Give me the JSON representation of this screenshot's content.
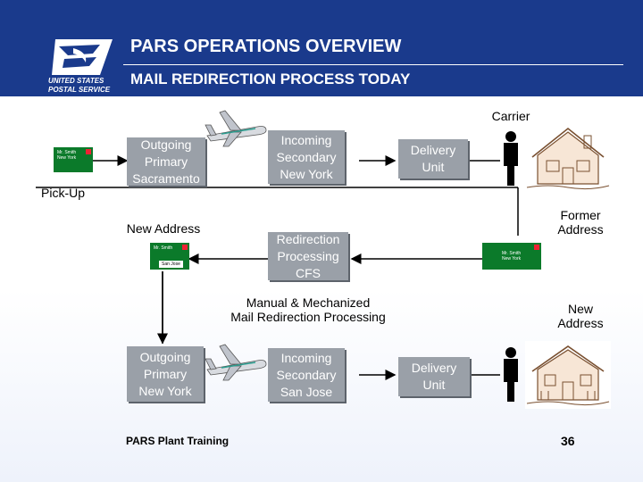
{
  "header": {
    "title": "PARS OPERATIONS OVERVIEW",
    "subtitle": "MAIL REDIRECTION PROCESS TODAY",
    "logo_text_line1": "UNITED STATES",
    "logo_text_line2": "POSTAL SERVICE"
  },
  "labels": {
    "carrier": "Carrier",
    "pickup": "Pick-Up",
    "new_address_left": "New  Address",
    "former_address": "Former\nAddress",
    "manual_mechanized": "Manual & Mechanized\nMail Redirection Processing",
    "new_address_right": "New\nAddress"
  },
  "boxes": {
    "outgoing_top": "Outgoing\nPrimary\nSacramento",
    "incoming_top": "Incoming\nSecondary\nNew York",
    "delivery_top": "Delivery\nUnit",
    "redirection": "Redirection\nProcessing\nCFS",
    "outgoing_bottom": "Outgoing\nPrimary\nNew York",
    "incoming_bottom": "Incoming\nSecondary\nSan Jose",
    "delivery_bottom": "Delivery\nUnit"
  },
  "envelopes": {
    "env1_name": "Mr. Smith",
    "env1_city": "New York",
    "env2_name": "Mr. Smith",
    "env2_sticker": "San Jose",
    "env3_name": "Mr. Smith",
    "env3_city": "New York"
  },
  "footer": {
    "left": "PARS Plant Training",
    "page": "36"
  },
  "colors": {
    "header_bg": "#1a3a8c",
    "box_bg": "#9aa0a8",
    "envelope": "#0b7a2a"
  },
  "icons": [
    "usps-eagle-logo",
    "airplane-icon",
    "person-icon",
    "house-icon",
    "envelope-icon"
  ]
}
